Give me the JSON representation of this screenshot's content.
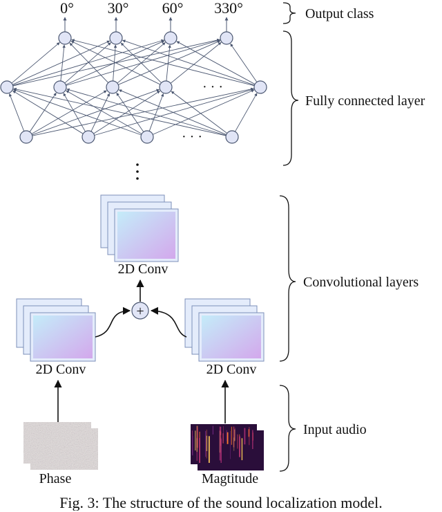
{
  "output_labels": [
    "0°",
    "30°",
    "60°",
    "330°"
  ],
  "ellipsis": "· · ·",
  "vertical_ellipsis": "⋮",
  "braces": {
    "output": "Output class",
    "fc": "Fully connected layer",
    "conv": "Convolutional layers",
    "input": "Input audio"
  },
  "conv_labels": {
    "top": "2D Conv",
    "left": "2D Conv",
    "right": "2D Conv"
  },
  "input_labels": {
    "phase": "Phase",
    "magnitude": "Magtitude"
  },
  "add_symbol": "+",
  "caption": "Fig. 3: The structure of the sound localization model.",
  "colors": {
    "node_fill": "#e1e5f6",
    "node_stroke": "#4a5670",
    "edge": "#4a5670",
    "frame_fill": "#e4ecfb",
    "frame_stroke": "#7c8fb8",
    "gradient_start": "#c4ecf9",
    "gradient_end": "#d3a8ec",
    "spectrogram_bg": "#2a0e3a",
    "phase_bg": "#e3dcdc"
  }
}
